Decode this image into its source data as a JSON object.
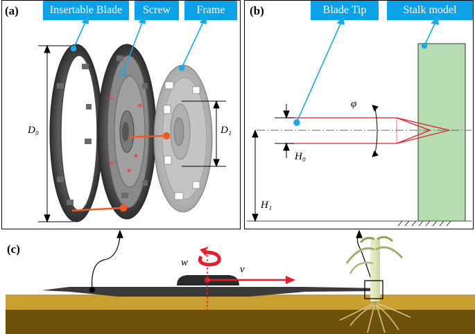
{
  "panels": {
    "a": "(a)",
    "b": "(b)",
    "c": "(c)"
  },
  "labels_a": {
    "insertable_blade": "Insertable Blade",
    "screw": "Screw",
    "frame": "Frame",
    "d0": "D₀",
    "d1": "D₁"
  },
  "labels_b": {
    "blade_tip": "Blade Tip",
    "stalk_model": "Stalk model",
    "phi": "φ",
    "h0": "H₀",
    "h1": "H₁"
  },
  "labels_c": {
    "w": "w",
    "v": "v"
  },
  "colors": {
    "tag_blue": "#0aa3e8",
    "arrow_orange": "#f05a1e",
    "blade_red": "#e0202a",
    "stalk_green": "#b6dcb2",
    "soil_top": "#c8a032",
    "soil_bottom": "#6e5209",
    "blade_dark": "#3a3a3a"
  }
}
